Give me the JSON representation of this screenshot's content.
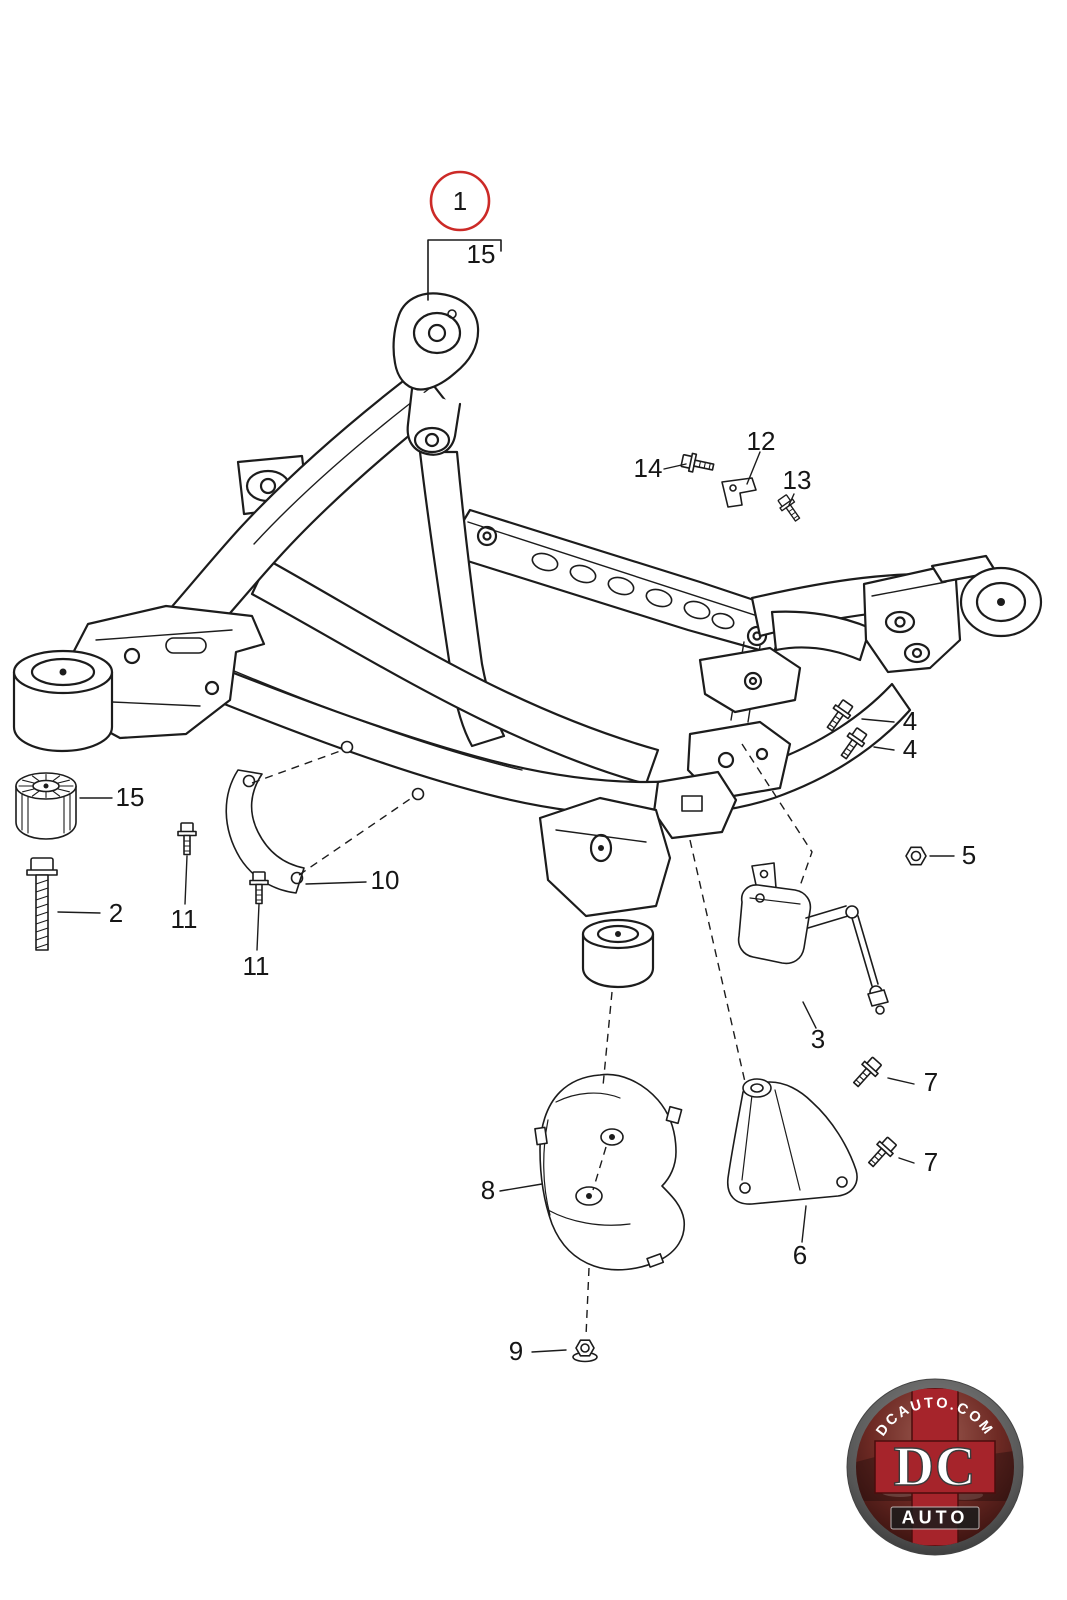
{
  "colors": {
    "highlight": "#cc2a27",
    "line": "#1c1c1c",
    "logo_red": "#a6242b"
  },
  "callouts": {
    "c1": "1",
    "c15_top": "15",
    "c14": "14",
    "c12": "12",
    "c13": "13",
    "c4a": "4",
    "c4b": "4",
    "c5": "5",
    "c3": "3",
    "c15_left": "15",
    "c2": "2",
    "c11a": "11",
    "c11b": "11",
    "c10": "10",
    "c8": "8",
    "c9": "9",
    "c6": "6",
    "c7a": "7",
    "c7b": "7"
  },
  "logo": {
    "site": "DCAUTO.COM",
    "monogram": "DC",
    "word": "AUTO"
  }
}
